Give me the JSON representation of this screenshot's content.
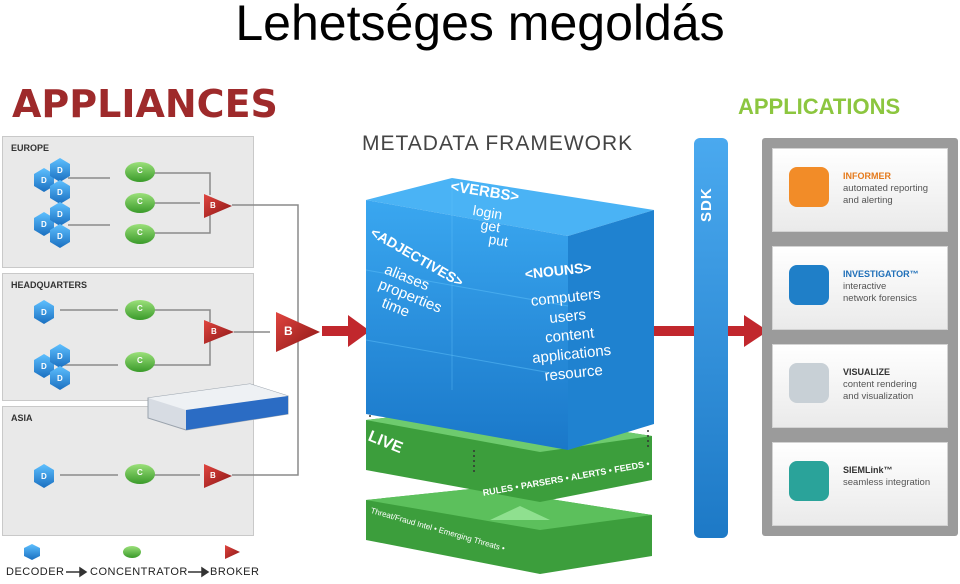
{
  "title": "Lehetséges megoldás",
  "appliances_heading": "APPLIANCES",
  "applications_heading": "APPLICATIONS",
  "framework_heading": "METADATA FRAMEWORK",
  "regions": [
    {
      "label": "EUROPE"
    },
    {
      "label": "HEADQUARTERS"
    },
    {
      "label": "ASIA"
    }
  ],
  "node_letters": {
    "decoder": "D",
    "concentrator": "C",
    "broker": "B"
  },
  "cube": {
    "verbs_title": "<VERBS>",
    "verbs": [
      "login",
      "get",
      "put"
    ],
    "adjectives_title": "<ADJECTIVES>",
    "adjectives": [
      "aliases",
      "properties",
      "time"
    ],
    "nouns_title": "<NOUNS>",
    "nouns": [
      "computers",
      "users",
      "content",
      "applications",
      "resource"
    ]
  },
  "live": {
    "label": "LIVE",
    "rules": "RULES • PARSERS • ALERTS • FEEDS • APPS",
    "intel": "Threat/Fraud Intel • Emerging Threats • Compliance/Controls • Directory Services"
  },
  "sdk_label": "SDK",
  "apps": [
    {
      "name": "INFORMER",
      "line1": "automated reporting",
      "line2": "and alerting",
      "color": "#f28c28"
    },
    {
      "name": "INVESTIGATOR™",
      "line1": "interactive",
      "line2": "network forensics",
      "color": "#1f7fc8"
    },
    {
      "name": "VISUALIZE",
      "line1": "content rendering",
      "line2": "and visualization",
      "color": "#c8d0d6"
    },
    {
      "name": "SIEMLink™",
      "line1": "seamless integration",
      "line2": "",
      "color": "#2aa39a"
    }
  ],
  "legend": {
    "decoder": "DECODER",
    "concentrator": "CONCENTRATOR",
    "broker": "BROKER"
  },
  "colors": {
    "arrow": "#c1272d",
    "cube": "#2996e0",
    "green": "#3c9e3c",
    "sdk": "#2b8fd6",
    "title_red": "#9e2a2b",
    "apps_green": "#8cc63f"
  }
}
